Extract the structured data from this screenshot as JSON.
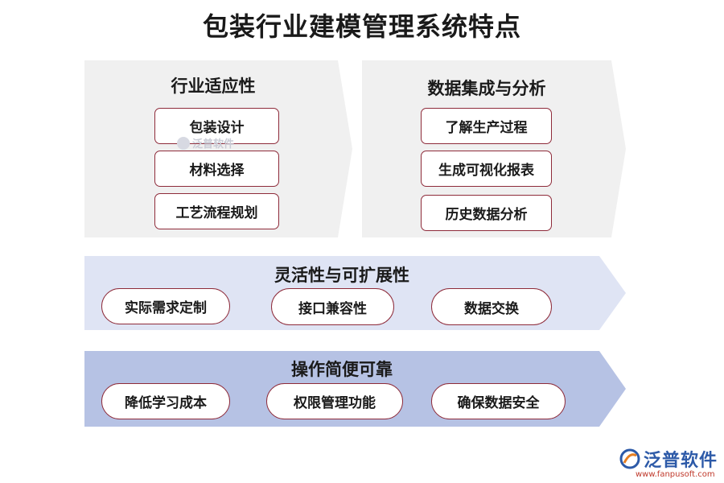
{
  "title": "包装行业建模管理系统特点",
  "panels": {
    "industry": {
      "heading": "行业适应性",
      "items": [
        "包装设计",
        "材料选择",
        "工艺流程规划"
      ]
    },
    "data_integration": {
      "heading": "数据集成与分析",
      "items": [
        "了解生产过程",
        "生成可视化报表",
        "历史数据分析"
      ]
    },
    "flexibility": {
      "heading": "灵活性与可扩展性",
      "items": [
        "实际需求定制",
        "接口兼容性",
        "数据交换"
      ]
    },
    "ease_of_use": {
      "heading": "操作简便可靠",
      "items": [
        "降低学习成本",
        "权限管理功能",
        "确保数据安全"
      ]
    }
  },
  "watermark": {
    "text": "泛普软件"
  },
  "logo": {
    "name": "泛普软件",
    "url": "www.fanpusoft.com"
  },
  "colors": {
    "panel_gray": "#f0f0f0",
    "band_light": "#dfe4f4",
    "band_medium": "#b6c2e4",
    "pill_border": "#8e2b3a",
    "logo_blue": "#2d5aa8"
  }
}
